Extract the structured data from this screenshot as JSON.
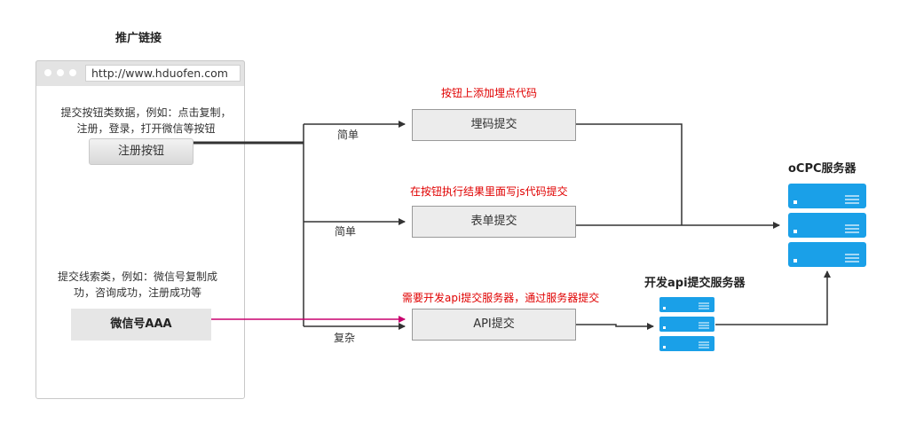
{
  "browser": {
    "title": "推广链接",
    "url": "http://www.hduofen.com",
    "button_desc": "提交按钮类数据，例如：点击复制，注册，登录，打开微信等按钮",
    "button_desc_line1": "提交按钮类数据，例如：点击复制，",
    "button_desc_line2": "注册，登录，打开微信等按钮",
    "register_button": "注册按钮",
    "lead_desc_line1": "提交线索类，例如：微信号复制成",
    "lead_desc_line2": "功，咨询成功，注册成功等",
    "wechat_button": "微信号AAA"
  },
  "methods": [
    {
      "label": "埋码提交",
      "note": "按钮上添加埋点代码",
      "edge_label": "简单"
    },
    {
      "label": "表单提交",
      "note": "在按钮执行结果里面写js代码提交",
      "edge_label": "简单"
    },
    {
      "label": "API提交",
      "note": "需要开发api提交服务器，通过服务器提交",
      "edge_label": "复杂"
    }
  ],
  "servers": {
    "ocpc_title": "oCPC服务器",
    "api_title": "开发api提交服务器"
  },
  "colors": {
    "server_blue": "#1aa0e8",
    "red_note": "#e00000",
    "magenta_arrow": "#c8006e"
  }
}
